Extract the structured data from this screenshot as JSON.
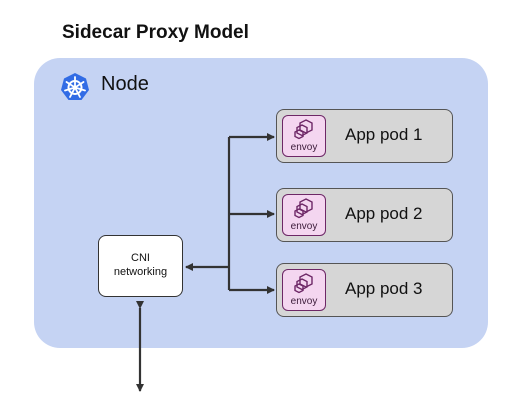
{
  "title": "Sidecar Proxy Model",
  "node": {
    "label": "Node",
    "icon": "kubernetes-icon"
  },
  "pods": [
    {
      "label": "App pod 1",
      "proxy": "envoy"
    },
    {
      "label": "App pod 2",
      "proxy": "envoy"
    },
    {
      "label": "App pod 3",
      "proxy": "envoy"
    }
  ],
  "cni": {
    "line1": "CNI",
    "line2": "networking"
  },
  "colors": {
    "node_bg": "#c5d3f3",
    "pod_bg": "#d6d6d6",
    "envoy_bg": "#f4d6f0",
    "k8s_blue": "#326ce5"
  }
}
